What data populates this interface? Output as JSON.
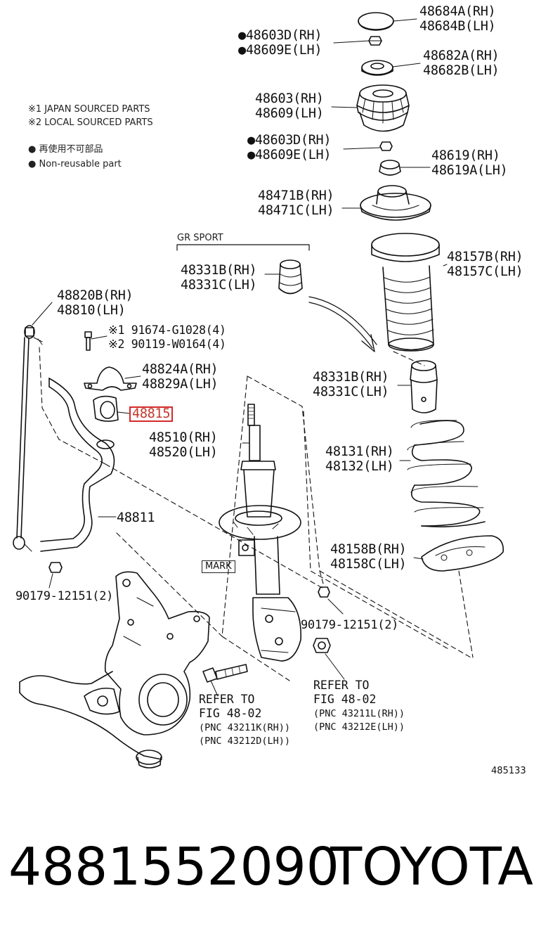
{
  "notes": {
    "japan": "※1 JAPAN SOURCED PARTS",
    "local": "※2 LOCAL SOURCED PARTS",
    "nonreuse_jp": "● 再使用不可部品",
    "nonreuse_en": "● Non-reusable part"
  },
  "gr_sport": "GR SPORT",
  "labels": {
    "p48684": [
      "48684A(RH)",
      "48684B(LH)"
    ],
    "p48603d_top": [
      "●48603D(RH)",
      "●48609E(LH)"
    ],
    "p48682": [
      "48682A(RH)",
      "48682B(LH)"
    ],
    "p48603": [
      "48603(RH)",
      "48609(LH)"
    ],
    "p48603d_mid": [
      "●48603D(RH)",
      "●48609E(LH)"
    ],
    "p48619": [
      "48619(RH)",
      "48619A(LH)"
    ],
    "p48471": [
      "48471B(RH)",
      "48471C(LH)"
    ],
    "p48157": [
      "48157B(RH)",
      "48157C(LH)"
    ],
    "p48331_gr": [
      "48331B(RH)",
      "48331C(LH)"
    ],
    "p48331": [
      "48331B(RH)",
      "48331C(LH)"
    ],
    "p48820": [
      "48820B(RH)",
      "48810(LH)"
    ],
    "p91674": [
      "※1 91674-G1028(4)",
      "※2 90119-W0164(4)"
    ],
    "p48824": [
      "48824A(RH)",
      "48829A(LH)"
    ],
    "p48815": "48815",
    "p48510": [
      "48510(RH)",
      "48520(LH)"
    ],
    "p48131": [
      "48131(RH)",
      "48132(LH)"
    ],
    "p48811": "48811",
    "p48158": [
      "48158B(RH)",
      "48158C(LH)"
    ],
    "mark": "MARK",
    "p90179_left": "90179-12151(2)",
    "p90179_right": "90179-12151(2)"
  },
  "refs": {
    "left": [
      "REFER TO",
      "FIG 48-02",
      "(PNC 43211K(RH))",
      "(PNC 43212D(LH))"
    ],
    "right": [
      "REFER TO",
      "FIG 48-02",
      "(PNC 43211L(RH))",
      "(PNC 43212E(LH))"
    ]
  },
  "figure_number": "485133",
  "footer": {
    "part_number": "4881552090",
    "brand": "TOYOTA"
  },
  "colors": {
    "highlight": "#d42a2a",
    "ink": "#111111"
  }
}
